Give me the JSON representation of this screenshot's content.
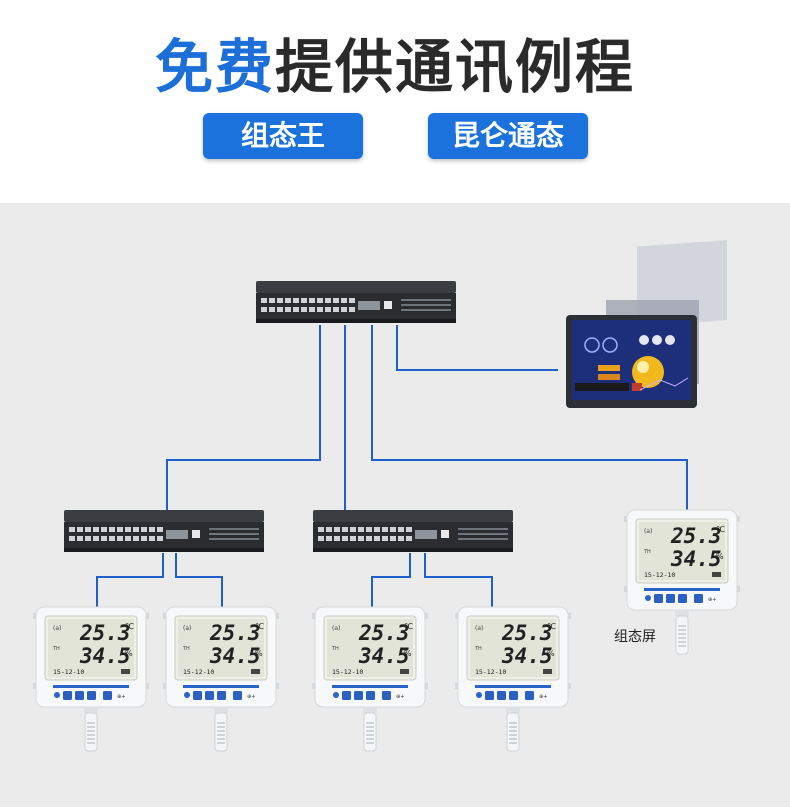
{
  "header": {
    "title_highlight": "免费",
    "title_rest": "提供通讯例程"
  },
  "software_badges": [
    "组态王",
    "昆仑通态"
  ],
  "hmi": {
    "label": "组态屏"
  },
  "sensor_display": {
    "temperature": "25.3",
    "temp_unit": "℃",
    "humidity": "34.5",
    "humidity_unit": "%",
    "date": "15-12-10"
  },
  "colors": {
    "brand_blue": "#1c72dc",
    "wire_blue": "#1e5fc9",
    "background_gray": "#ebebeb"
  }
}
